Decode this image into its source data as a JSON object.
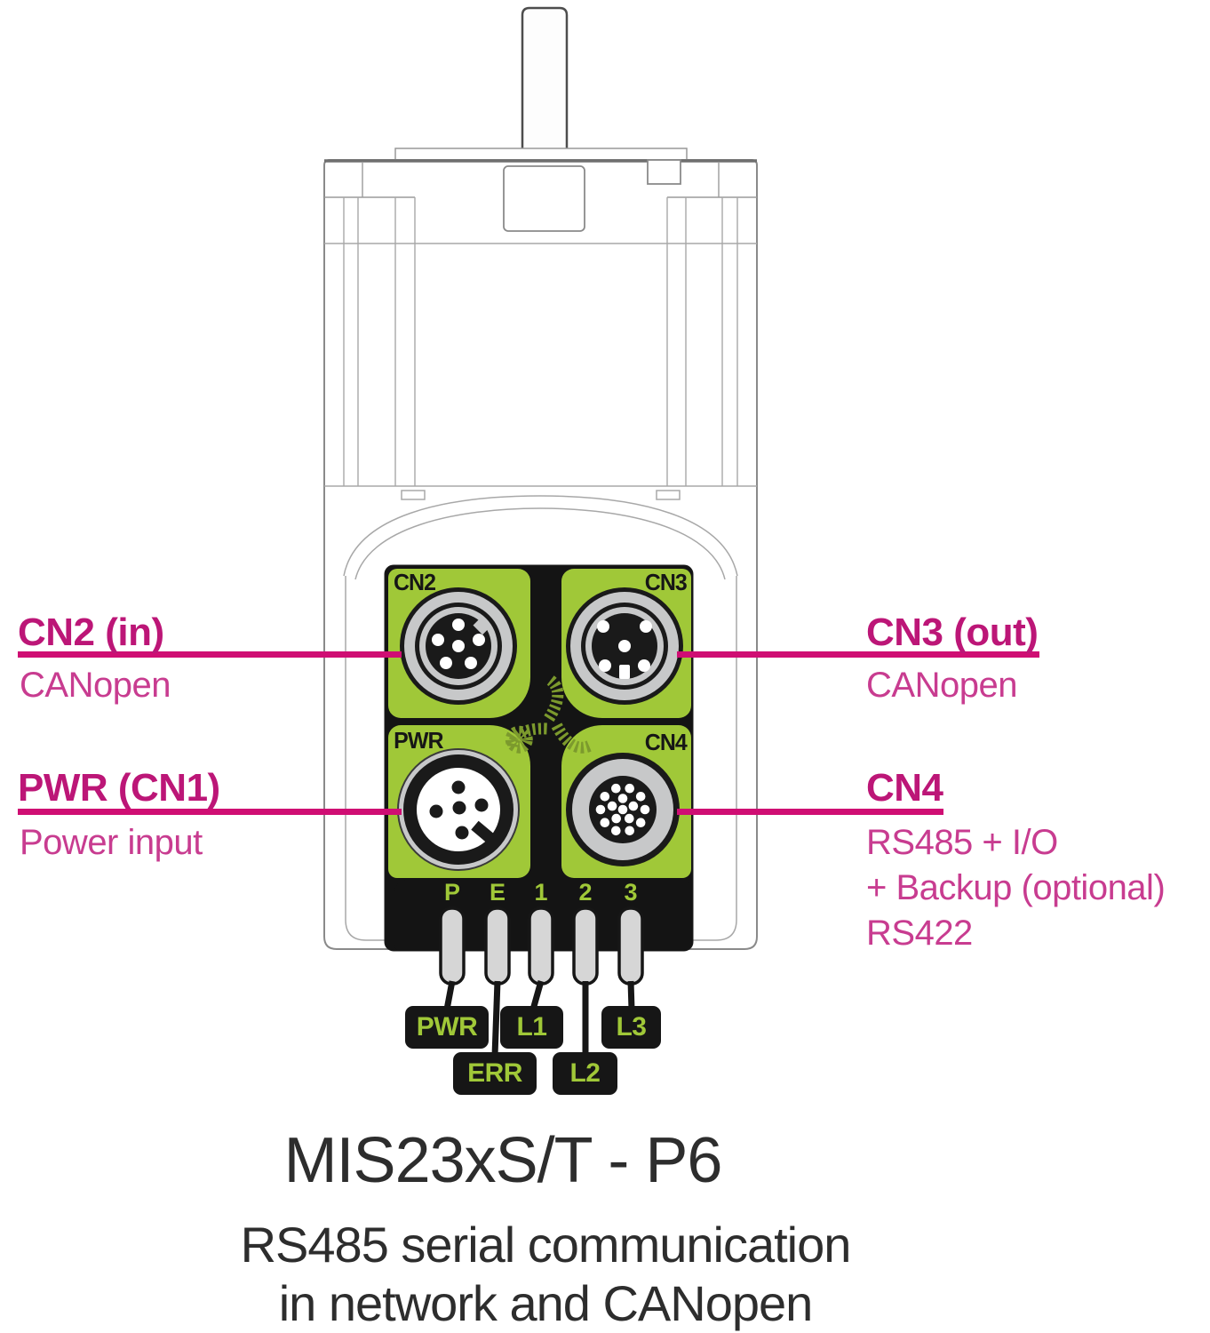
{
  "colors": {
    "panel_green": "#a0c838",
    "logo_green": "#7c9a2d",
    "panel_black": "#141414",
    "magenta_heading": "#bc1677",
    "magenta_text": "#c83c90",
    "magenta_line": "#cf0e73",
    "title_ink": "#2d2d2d",
    "label_ink": "#161616",
    "connector_silver": "#c7c8c9"
  },
  "panel": {
    "connectors": [
      {
        "label": "CN2"
      },
      {
        "label": "CN3"
      },
      {
        "label": "PWR"
      },
      {
        "label": "CN4"
      }
    ]
  },
  "leds": {
    "indicators": [
      "P",
      "E",
      "1",
      "2",
      "3"
    ],
    "tags": [
      "PWR",
      "ERR",
      "L1",
      "L2",
      "L3"
    ]
  },
  "callouts": {
    "cn2": {
      "title": "CN2 (in)",
      "desc": "CANopen"
    },
    "cn3": {
      "title": "CN3 (out)",
      "desc": "CANopen"
    },
    "pwr": {
      "title": "PWR (CN1)",
      "desc": "Power input"
    },
    "cn4": {
      "title": "CN4",
      "desc_lines": [
        "RS485 + I/O",
        "+ Backup (optional)",
        "RS422"
      ]
    }
  },
  "footer": {
    "title": "MIS23xS/T - P6",
    "subtitle_line1": "RS485 serial communication",
    "subtitle_line2": "in network and CANopen"
  }
}
